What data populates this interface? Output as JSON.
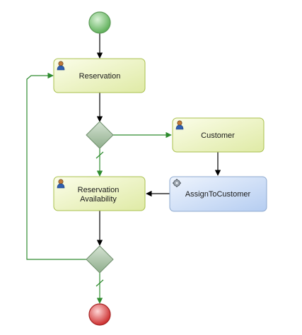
{
  "diagram": {
    "tasks": {
      "reservation": {
        "label": "Reservation",
        "kind": "user-task"
      },
      "customer": {
        "label": "Customer",
        "kind": "user-task"
      },
      "availability": {
        "label_line1": "Reservation",
        "label_line2": "Availability",
        "kind": "user-task"
      },
      "assign": {
        "label": "AssignToCustomer",
        "kind": "service-task"
      }
    },
    "events": {
      "start": {
        "kind": "start-event"
      },
      "end": {
        "kind": "end-event"
      }
    },
    "gateways": {
      "decision_1": {
        "kind": "exclusive-gateway"
      },
      "decision_2": {
        "kind": "exclusive-gateway"
      }
    },
    "colors": {
      "user_task_fill": "#eef5c8",
      "user_task_border": "#a9c04e",
      "service_task_fill": "#cfe0f7",
      "service_task_border": "#8ea9cf",
      "gateway_fill": "#a9c3a7",
      "gateway_border": "#6f8f6c",
      "start_fill": "#7fc77a",
      "end_fill": "#e35a5a",
      "conditional_flow": "#2e8b2e",
      "default_flow": "#000000"
    },
    "icons": {
      "user_task": "user-icon",
      "service_task": "gear-icon"
    }
  }
}
